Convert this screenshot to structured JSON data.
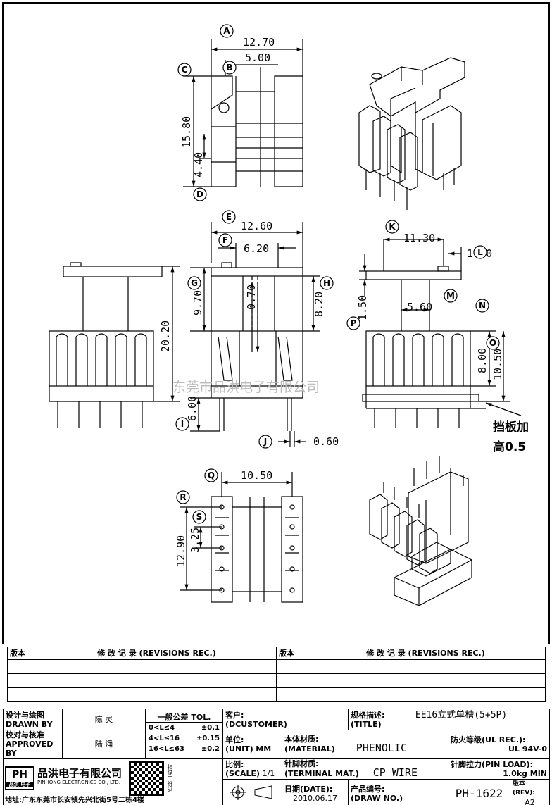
{
  "dimensions": {
    "A": "12.70",
    "B": "5.00",
    "C_D_top": "15.80",
    "D": "4.40",
    "E": "12.60",
    "F": "6.20",
    "G": "9.70",
    "G2": "0.70",
    "H": "8.20",
    "I": "6.00",
    "J": "0.60",
    "overall_height": "20.20",
    "K": "11.30",
    "L": "1.50",
    "M": "5.60",
    "N_P": "1.50",
    "O": "8.00",
    "O2": "10.50",
    "Q": "10.50",
    "R": "12.90",
    "S": "3.25"
  },
  "balloons": [
    "A",
    "B",
    "C",
    "D",
    "E",
    "F",
    "G",
    "H",
    "I",
    "J",
    "K",
    "L",
    "M",
    "N",
    "O",
    "P",
    "Q",
    "R",
    "S"
  ],
  "note": {
    "line1": "挡板加",
    "line2": "高0.5"
  },
  "watermark": "东莞市品洪电子有限公司",
  "revisions": {
    "col_version": "版本",
    "col_record": "修 改 记 录 (REVISIONS REC.)"
  },
  "title_block": {
    "drawn_by_label_cn": "设计与绘图",
    "drawn_by_label_en": "DRAWN BY",
    "drawn_by": "陈 灵",
    "approved_label_cn": "校对与核准",
    "approved_label_en": "APPROVED BY",
    "approved_by": "陆 涌",
    "tol_title": "一般公差 TOL.",
    "tol_rows": [
      [
        "0<L≤4",
        "±0.1"
      ],
      [
        "4<L≤16",
        "±0.15"
      ],
      [
        "16<L≤63",
        "±0.2"
      ]
    ],
    "customer_label": "客户:",
    "customer_label_en": "(DCUSTOMER)",
    "title_label": "规格描述:",
    "title_label_en": "(TITLE)",
    "title": "EE16立式单槽(5+5P)",
    "unit_label": "单位:",
    "unit_label_en": "(UNIT)",
    "unit": "MM",
    "material_label": "本体材质:",
    "material_label_en": "(MATERIAL)",
    "material": "PHENOLIC",
    "ul_label": "防火等级(UL REC.):",
    "ul": "UL 94V-0",
    "scale_label": "比例:",
    "scale_label_en": "(SCALE)",
    "scale": "1/1",
    "terminal_label": "针脚材质:",
    "terminal_label_en": "(TERMINAL MAT.)",
    "terminal": "CP WIRE",
    "pin_load_label": "针脚拉力(PIN LOAD):",
    "pin_load": "1.0kg MIN",
    "date_label": "日期(DATE):",
    "date": "2010.06.17",
    "draw_no_label": "产品编号:",
    "draw_no_label_en": "(DRAW NO.)",
    "draw_no": "PH-1622",
    "rev_label": "版本(REV):",
    "rev": "A2",
    "company_cn": "品洪电子有限公司",
    "company_en": "PINHONG ELECTRONICS CO., LTD.",
    "address": "地址:广东东莞市长安镇先兴北街5号二栋4楼",
    "logo_text": "PH",
    "logo_sub": "品洪 电子",
    "qr_side_text": "扫描二维码"
  }
}
